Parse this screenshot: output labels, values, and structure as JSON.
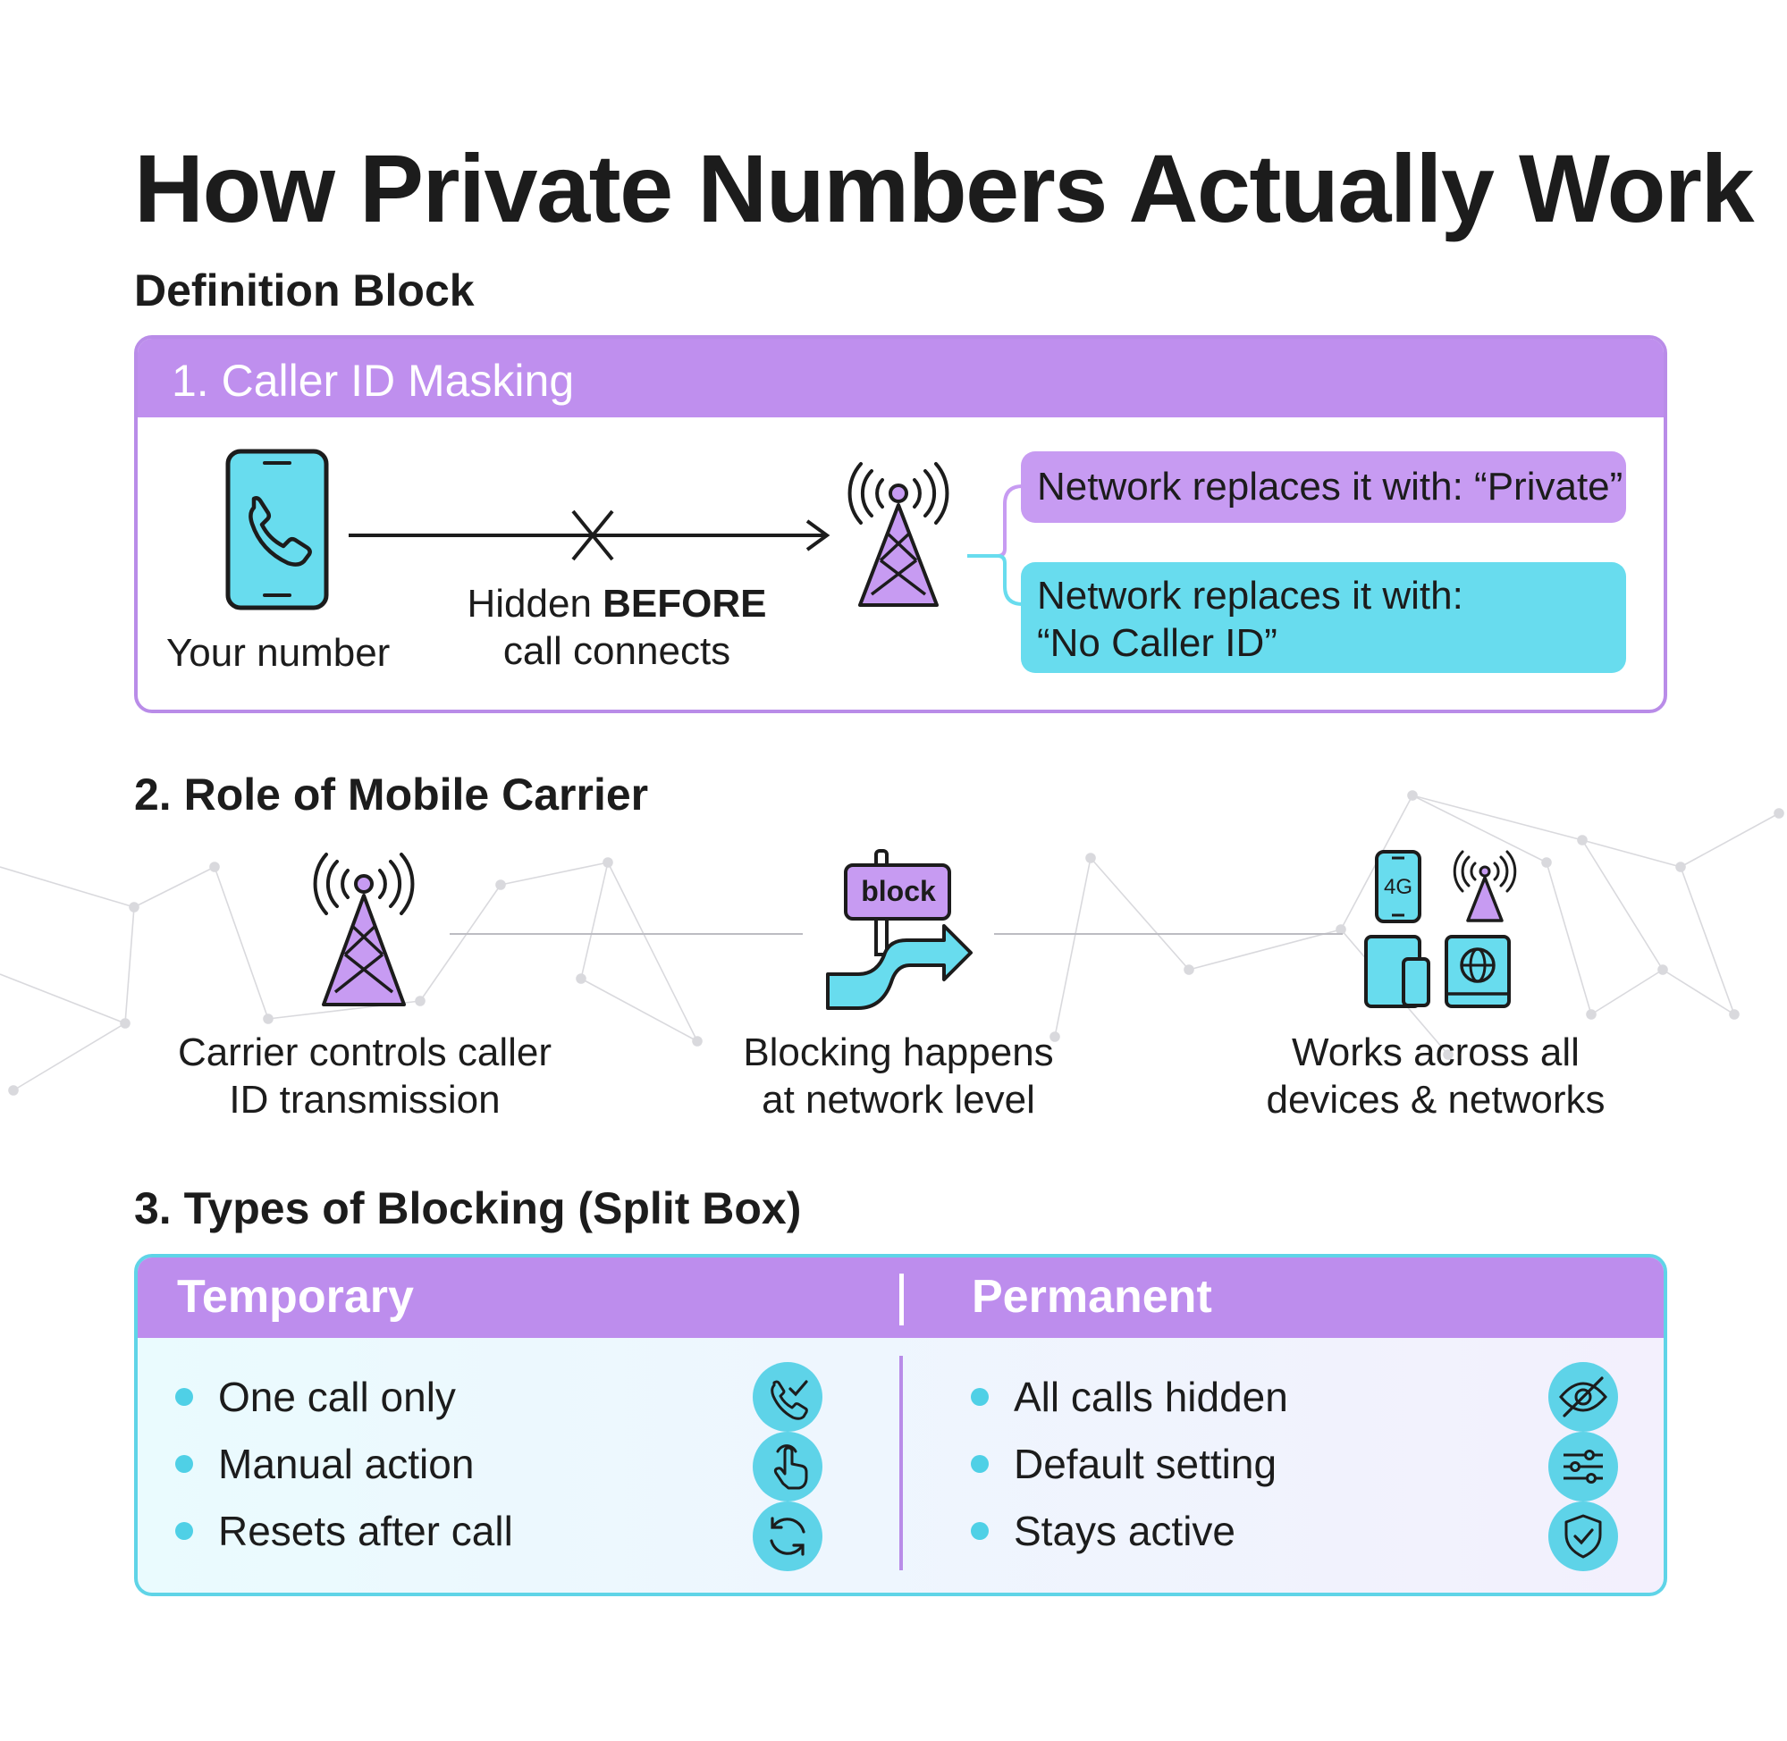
{
  "title": "How Private Numbers Actually Work",
  "definition_heading": "Definition Block",
  "masking": {
    "title": "1. Caller ID Masking",
    "your_number": "Your number",
    "hidden_before_prefix": "Hidden",
    "hidden_before_emphasis": "BEFORE",
    "hidden_before_suffix": "call connects",
    "replace_private": "Network replaces it with: “Private”",
    "replace_nocaller_line1": "Network replaces it with:",
    "replace_nocaller_line2": "“No Caller ID”"
  },
  "carrier": {
    "heading": "2. Role of Mobile Carrier",
    "sign_text": "block",
    "phone_badge": "4G",
    "items": [
      {
        "line1": "Carrier controls caller",
        "line2": "ID transmission",
        "icon": "cell-tower-icon"
      },
      {
        "line1": "Blocking happens",
        "line2": "at network level",
        "icon": "block-sign-icon"
      },
      {
        "line1": "Works across all",
        "line2": "devices & networks",
        "icon": "devices-network-icon"
      }
    ]
  },
  "blocking": {
    "heading": "3. Types of Blocking (Split Box)",
    "temporary": {
      "title": "Temporary",
      "items": [
        {
          "text": "One call only",
          "icon": "phone-check-icon"
        },
        {
          "text": "Manual action",
          "icon": "tap-hand-icon"
        },
        {
          "text": "Resets after call",
          "icon": "refresh-icon"
        }
      ]
    },
    "permanent": {
      "title": "Permanent",
      "items": [
        {
          "text": "All calls hidden",
          "icon": "eye-off-icon"
        },
        {
          "text": "Default setting",
          "icon": "sliders-icon"
        },
        {
          "text": "Stays active",
          "icon": "shield-check-icon"
        }
      ]
    }
  },
  "colors": {
    "purple": "#bf8fee",
    "cyan": "#68dcee",
    "text": "#1c1c1c"
  }
}
